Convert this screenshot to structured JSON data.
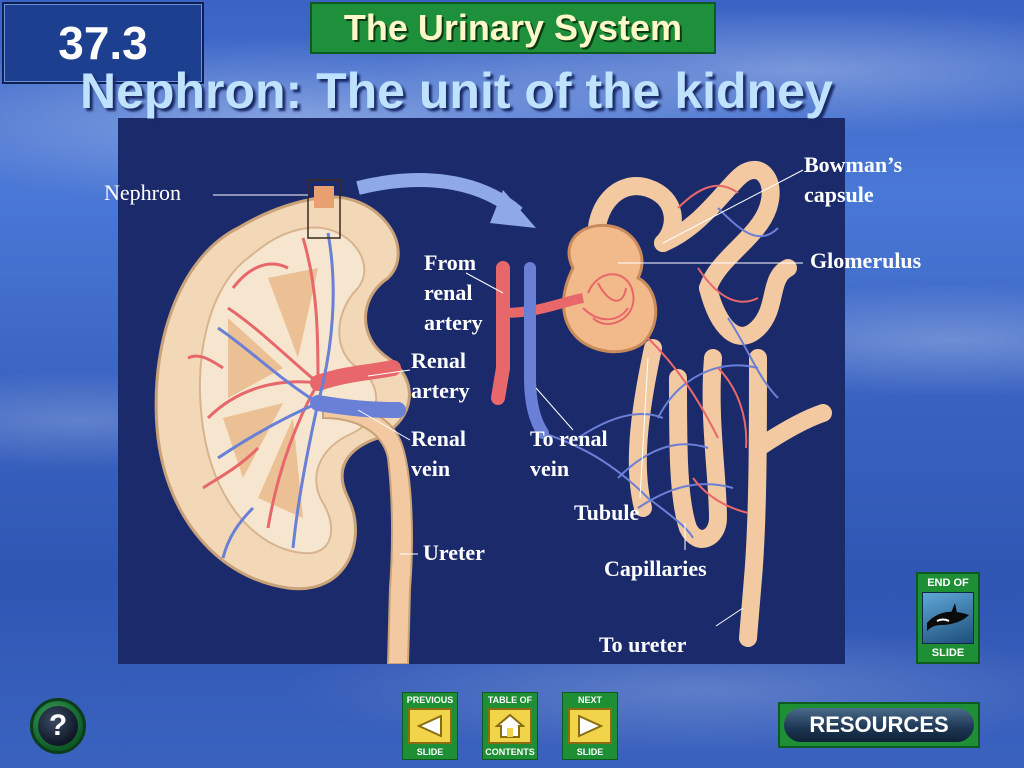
{
  "header": {
    "section_number": "37.3",
    "chapter_title": "The Urinary System",
    "slide_title": "Nephron:  The unit of the kidney"
  },
  "figure": {
    "labels": {
      "nephron": "Nephron",
      "bowmans_capsule": "Bowman’s capsule",
      "glomerulus": "Glomerulus",
      "from_renal_artery": "From renal artery",
      "renal_artery": "Renal artery",
      "renal_vein": "Renal vein",
      "to_renal_vein": "To renal vein",
      "tubule": "Tubule",
      "ureter": "Ureter",
      "capillaries": "Capillaries",
      "to_ureter": "To ureter"
    }
  },
  "navigation": {
    "previous_top": "PREVIOUS",
    "previous_bottom": "SLIDE",
    "contents_top": "TABLE OF",
    "contents_bottom": "CONTENTS",
    "next_top": "NEXT",
    "next_bottom": "SLIDE",
    "resources": "RESOURCES",
    "end_of_slide_top": "END OF",
    "end_of_slide_bottom": "SLIDE",
    "help": "?"
  },
  "colors": {
    "artery": "#e8676a",
    "vein": "#6a7fd6",
    "tubule": "#f2c9a0",
    "figure_bg": "#1b2a6b"
  }
}
